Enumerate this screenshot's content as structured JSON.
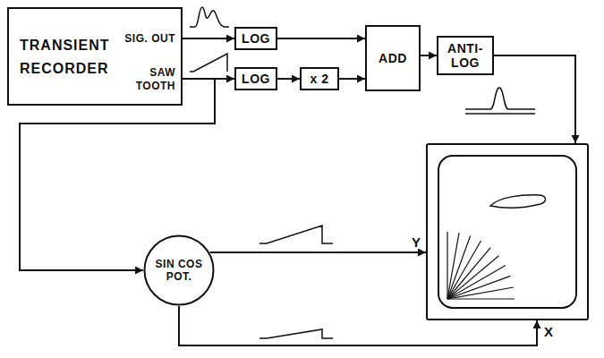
{
  "diagram": {
    "nodes": [
      {
        "text": [
          "TRANSIENT RECORDER",
          "SIG. OUT",
          "SAW TOOTH"
        ]
      },
      {
        "text": [
          "LOG"
        ]
      },
      {
        "text": [
          "LOG"
        ]
      },
      {
        "text": [
          "x 2"
        ]
      },
      {
        "text": [
          "ADD"
        ]
      },
      {
        "text": [
          "ANTI-LOG"
        ]
      },
      {
        "text": [
          "SIN COS POT."
        ]
      },
      {
        "text": [
          "Y",
          "X"
        ]
      }
    ],
    "edges": [
      {
        "from": 0,
        "to": 1,
        "arrow": "to"
      },
      {
        "from": 0,
        "to": 2,
        "arrow": "to"
      },
      {
        "from": 2,
        "to": 3,
        "arrow": "to"
      },
      {
        "from": 1,
        "to": 4,
        "arrow": "to"
      },
      {
        "from": 3,
        "to": 4,
        "arrow": "to"
      },
      {
        "from": 4,
        "to": 5,
        "arrow": "to"
      },
      {
        "from": 5,
        "to": 7,
        "arrow": "to"
      },
      {
        "from": 0,
        "to": 6,
        "arrow": "to"
      },
      {
        "from": 6,
        "to": 7,
        "arrow": "to"
      },
      {
        "from": 6,
        "to": 7,
        "arrow": "to"
      }
    ]
  }
}
